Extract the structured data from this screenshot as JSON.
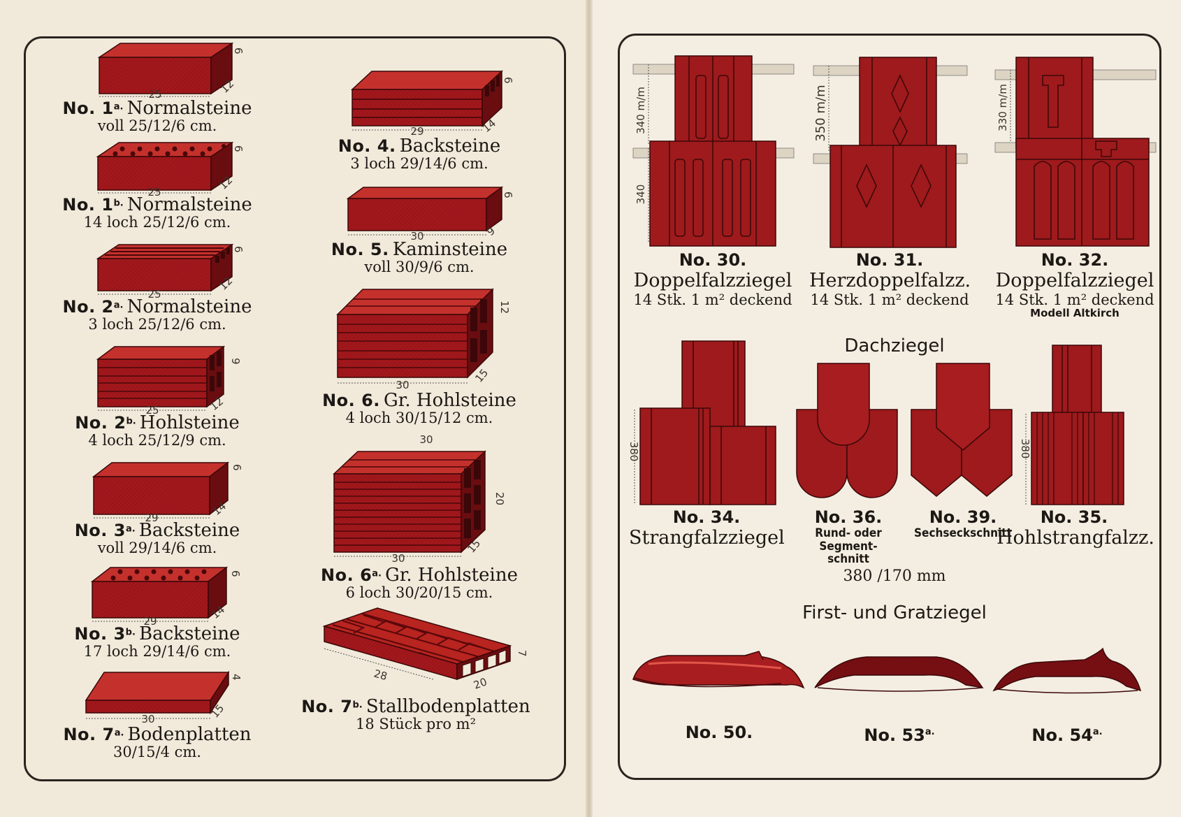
{
  "colors": {
    "brick": "#a3181c",
    "brick_dark": "#6a0d10",
    "brick_light": "#c4312c",
    "paper": "#f1eadb",
    "ink": "#1c1814"
  },
  "left_page": {
    "column_a": [
      {
        "no": "No. 1",
        "sup": "a.",
        "name": "Normalsteine",
        "spec": "voll 25/12/6 cm.",
        "dims": [
          "25",
          "12",
          "6"
        ]
      },
      {
        "no": "No. 1",
        "sup": "b.",
        "name": "Normalsteine",
        "spec": "14 loch 25/12/6 cm.",
        "dims": [
          "25",
          "12",
          "6"
        ]
      },
      {
        "no": "No. 2",
        "sup": "a.",
        "name": "Normalsteine",
        "spec": "3 loch 25/12/6 cm.",
        "dims": [
          "25",
          "12",
          "6"
        ]
      },
      {
        "no": "No. 2",
        "sup": "b.",
        "name": "Hohlsteine",
        "spec": "4 loch 25/12/9 cm.",
        "dims": [
          "25",
          "12",
          "9"
        ]
      },
      {
        "no": "No. 3",
        "sup": "a.",
        "name": "Backsteine",
        "spec": "voll 29/14/6 cm.",
        "dims": [
          "29",
          "14",
          "6"
        ]
      },
      {
        "no": "No. 3",
        "sup": "b.",
        "name": "Backsteine",
        "spec": "17 loch 29/14/6 cm.",
        "dims": [
          "29",
          "14",
          "6"
        ]
      },
      {
        "no": "No. 7",
        "sup": "a.",
        "name": "Bodenplatten",
        "spec": "30/15/4 cm.",
        "dims": [
          "30",
          "15",
          "4"
        ]
      }
    ],
    "column_b": [
      {
        "no": "No. 4.",
        "sup": "",
        "name": "Backsteine",
        "spec": "3 loch 29/14/6 cm.",
        "dims": [
          "29",
          "14",
          "6"
        ]
      },
      {
        "no": "No. 5.",
        "sup": "",
        "name": "Kaminsteine",
        "spec": "voll 30/9/6 cm.",
        "dims": [
          "30",
          "9",
          "6"
        ]
      },
      {
        "no": "No. 6.",
        "sup": "",
        "name": "Gr. Hohlsteine",
        "spec": "4 loch 30/15/12 cm.",
        "dims": [
          "30",
          "15",
          "12"
        ]
      },
      {
        "no": "No. 6",
        "sup": "a.",
        "name": "Gr. Hohlsteine",
        "spec": "6 loch 30/20/15 cm.",
        "dims": [
          "30",
          "30",
          "15",
          "20"
        ]
      },
      {
        "no": "No. 7",
        "sup": "b.",
        "name": "Stallbodenplatten",
        "spec": "18 Stück pro m²",
        "dims": [
          "28",
          "20",
          "7"
        ]
      }
    ]
  },
  "right_page": {
    "top_row": [
      {
        "no": "No. 30.",
        "name": "Doppelfalzziegel",
        "spec": "14 Stk. 1 m² deckend",
        "sub": "",
        "dims": [
          "340 m/m",
          "340"
        ]
      },
      {
        "no": "No. 31.",
        "name": "Herzdoppelfalzz.",
        "spec": "14 Stk. 1 m² deckend",
        "sub": "",
        "dims": [
          "350 m/m"
        ]
      },
      {
        "no": "No. 32.",
        "name": "Doppelfalzziegel",
        "spec": "14 Stk. 1 m² deckend",
        "sub": "Modell Altkirch",
        "dims": [
          "330 m/m"
        ]
      }
    ],
    "heading_dach": "Dachziegel",
    "middle_row": [
      {
        "no": "No. 34.",
        "name": "Strangfalzziegel",
        "dims": [
          "380"
        ]
      },
      {
        "no": "No. 36.",
        "name": "Rund- oder Segment-",
        "name2": "schnitt"
      },
      {
        "no": "No. 39.",
        "name": "Sechseckschnitt"
      },
      {
        "no": "No. 35.",
        "name": "Hohlstrangfalzz.",
        "dims": [
          "380"
        ]
      }
    ],
    "middle_spec": "380 /170 mm",
    "heading_first": "First- und Gratziegel",
    "bottom_row": [
      {
        "no": "No. 50.",
        "sup": ""
      },
      {
        "no": "No. 53",
        "sup": "a."
      },
      {
        "no": "No. 54",
        "sup": "a."
      }
    ]
  }
}
